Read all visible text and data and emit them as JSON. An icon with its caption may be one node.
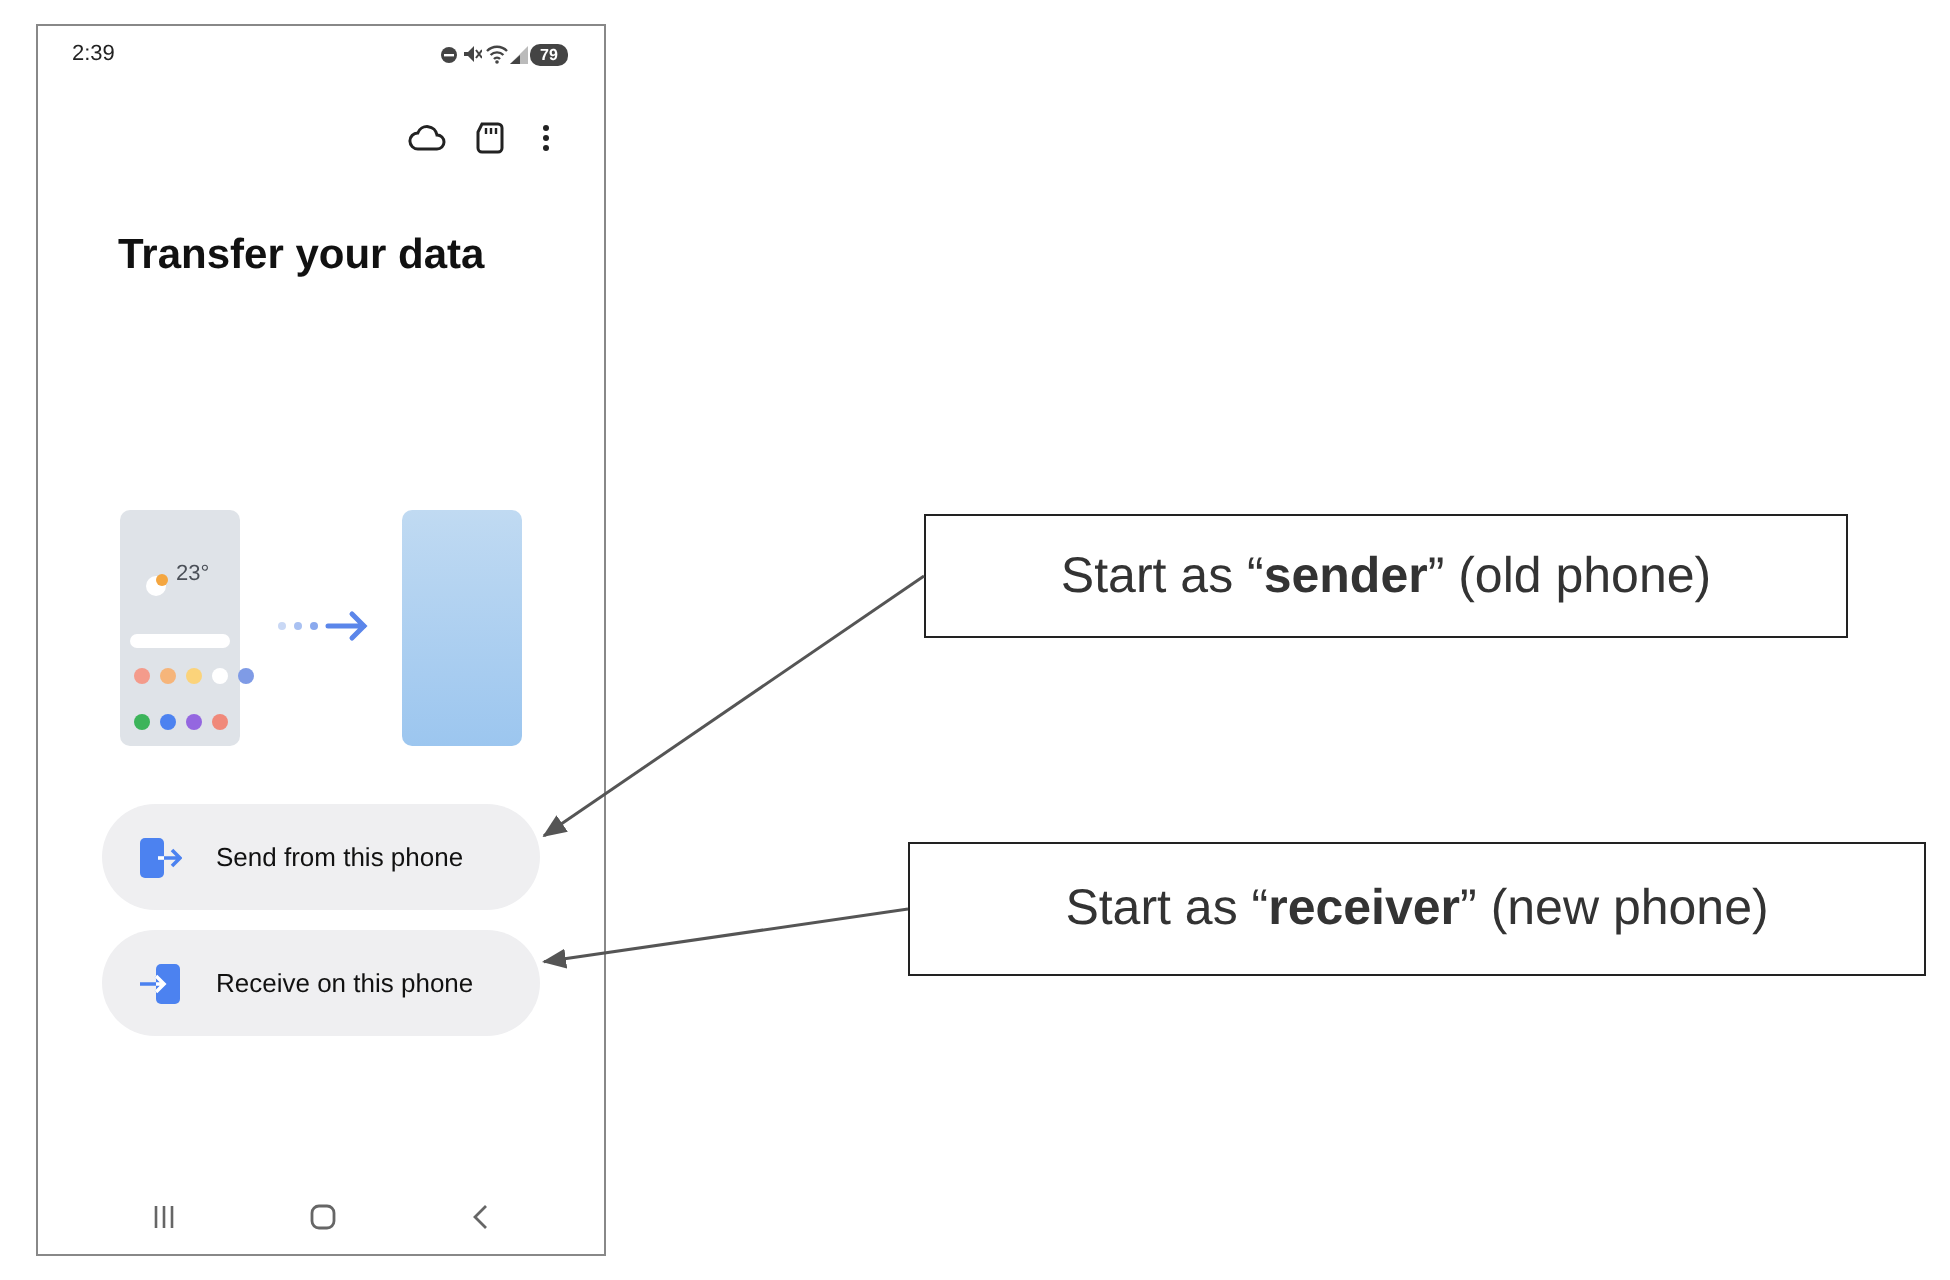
{
  "diagram": {
    "nodes": [
      {
        "text": [
          "Start as “**sender**” (old phone)"
        ]
      },
      {
        "text": [
          "Send from this phone"
        ]
      },
      {
        "text": [
          "Start as “**receiver**” (new phone)"
        ]
      },
      {
        "text": [
          "Receive on this phone"
        ]
      }
    ],
    "edges": [
      {
        "from": 0,
        "to": 1,
        "arrow": "to"
      },
      {
        "from": 2,
        "to": 3,
        "arrow": "to"
      }
    ],
    "labels": [
      "2:39",
      "79",
      "Transfer your data",
      "23°"
    ]
  }
}
